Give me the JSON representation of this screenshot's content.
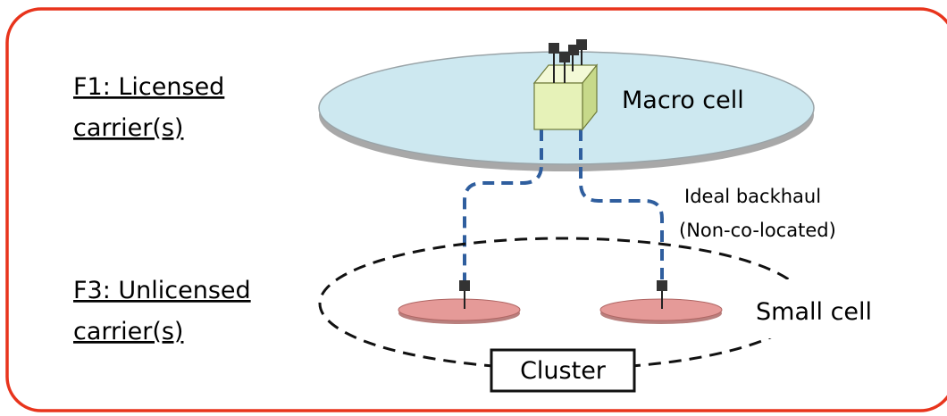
{
  "frame": {
    "border_color": "#e8341c"
  },
  "carriers": {
    "f1": {
      "line1": "F1: Licensed",
      "line2": "carrier(s)"
    },
    "f3": {
      "line1": "F3: Unlicensed",
      "line2": "carrier(s)"
    }
  },
  "macro": {
    "label": "Macro cell",
    "disk_color": "#cde8f0",
    "cube_color": "#e6f2b8"
  },
  "backhaul": {
    "line1": "Ideal backhaul",
    "line2": "(Non-co-located)",
    "color": "#2f5e9e"
  },
  "small": {
    "label": "Small cell",
    "disk_color": "#e59a98"
  },
  "cluster": {
    "label": "Cluster"
  }
}
